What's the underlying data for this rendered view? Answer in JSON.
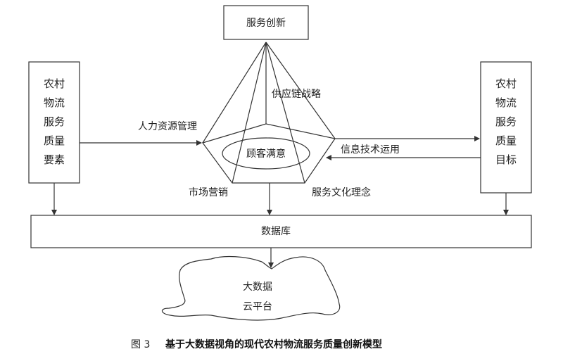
{
  "top_box": {
    "label": "服务创新"
  },
  "left_box": {
    "lines": [
      "农村",
      "物流",
      "服务",
      "质量",
      "要素"
    ]
  },
  "right_box": {
    "lines": [
      "农村",
      "物流",
      "服务",
      "质量",
      "目标"
    ]
  },
  "center": {
    "label": "顾客满意"
  },
  "pyramid_labels": {
    "supply_chain": "供应链战略",
    "hr": "人力资源管理",
    "info_tech": "信息技术运用",
    "marketing": "市场营销",
    "culture": "服务文化理念"
  },
  "database": {
    "label": "数据库"
  },
  "cloud": {
    "line1": "大数据",
    "line2": "云平台"
  },
  "caption": {
    "figure": "图 3",
    "title": "基于大数据视角的现代农村物流服务质量创新模型"
  }
}
